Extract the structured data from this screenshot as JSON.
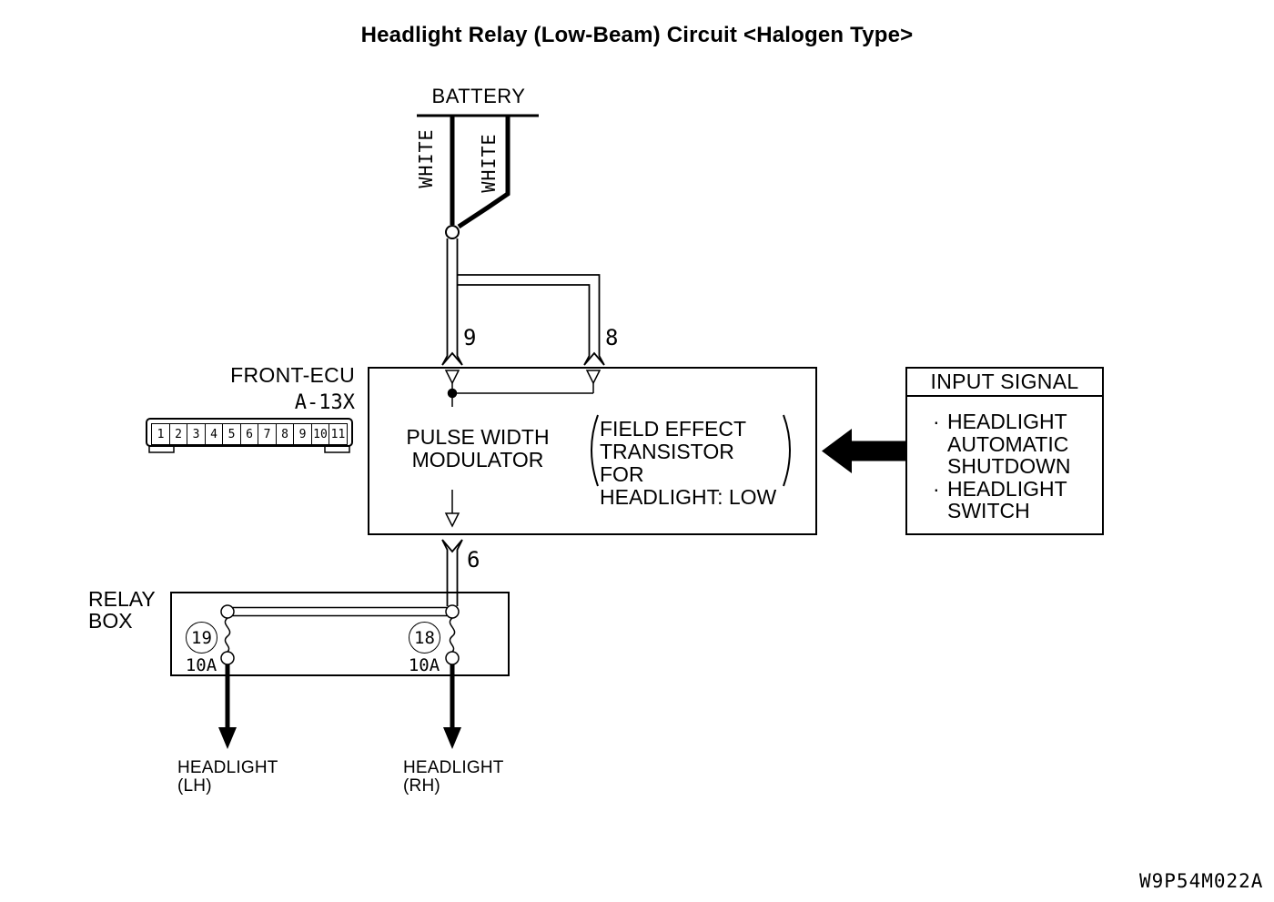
{
  "title": "Headlight Relay (Low-Beam) Circuit <Halogen Type>",
  "figure_code": "W9P54M022A",
  "colors": {
    "line": "#000000",
    "background": "#ffffff"
  },
  "battery": {
    "label": "BATTERY"
  },
  "wires": {
    "left_wire_color": "WHITE",
    "right_wire_color": "WHITE",
    "pin9_label": "9",
    "pin8_label": "8",
    "pin6_label": "6"
  },
  "front_ecu": {
    "name": "FRONT-ECU",
    "connector_code": "A-13X",
    "connector_pins": [
      "1",
      "2",
      "3",
      "4",
      "5",
      "6",
      "7",
      "8",
      "9",
      "10",
      "11"
    ],
    "pwm_line1": "PULSE WIDTH",
    "pwm_line2": "MODULATOR",
    "fet_line1": "FIELD EFFECT",
    "fet_line2": "TRANSISTOR FOR",
    "fet_line3": "HEADLIGHT: LOW"
  },
  "input_signal": {
    "title": "INPUT SIGNAL",
    "bullet": "·",
    "item1": "HEADLIGHT AUTOMATIC SHUTDOWN",
    "item2": "HEADLIGHT SWITCH"
  },
  "relay_box": {
    "label_line1": "RELAY",
    "label_line2": "BOX",
    "fuse_left_number": "19",
    "fuse_left_rating": "10A",
    "fuse_right_number": "18",
    "fuse_right_rating": "10A"
  },
  "outputs": {
    "left_line1": "HEADLIGHT",
    "left_line2": "(LH)",
    "right_line1": "HEADLIGHT",
    "right_line2": "(RH)"
  }
}
